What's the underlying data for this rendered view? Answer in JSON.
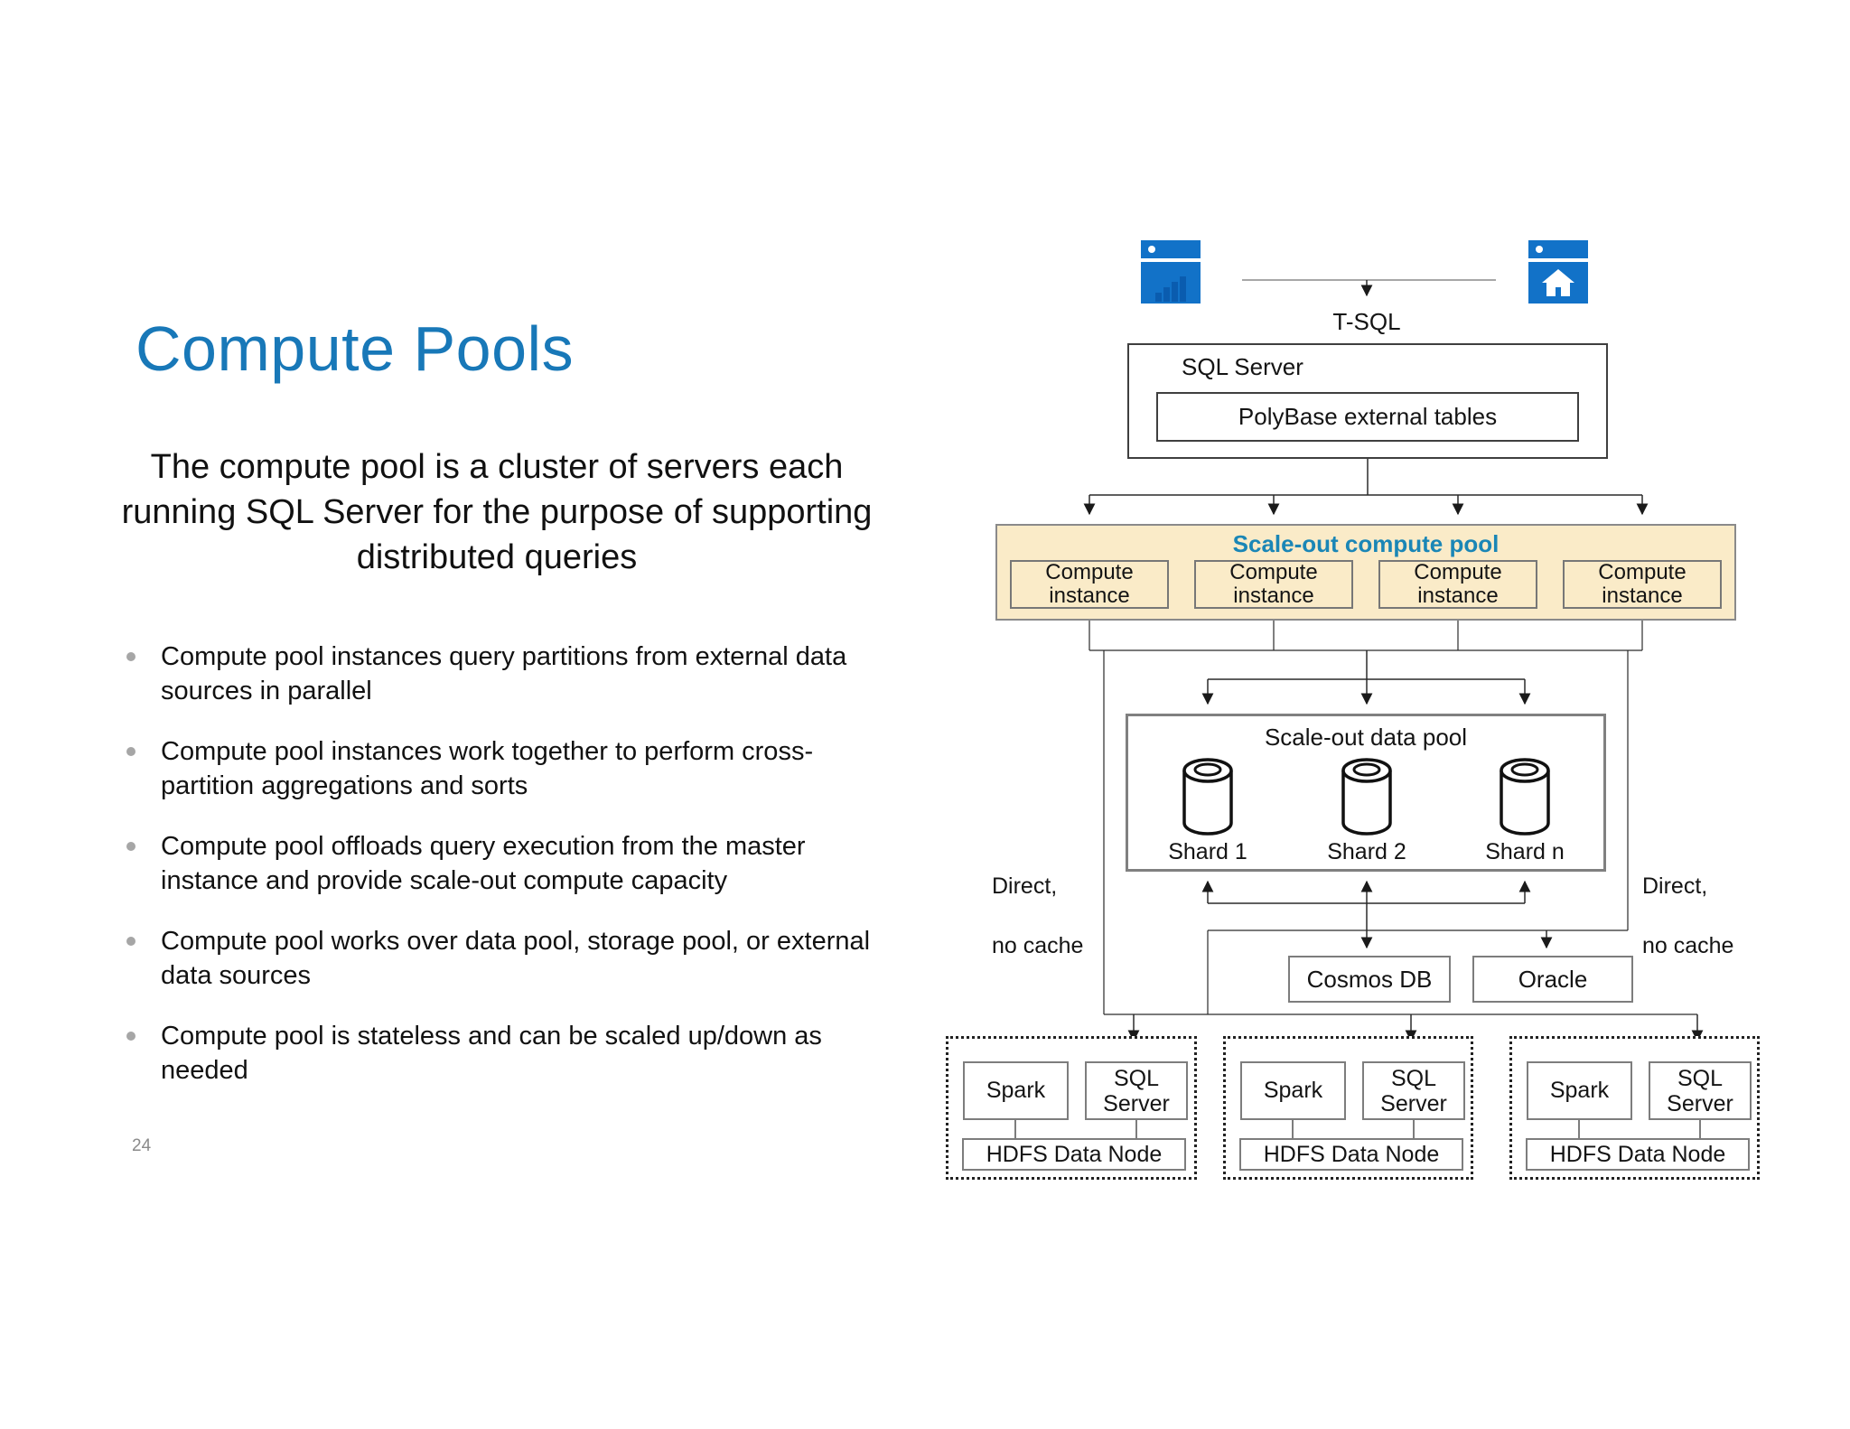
{
  "slide": {
    "title": "Compute Pools",
    "subtitle": "The compute pool is a cluster of servers each running SQL Server for the purpose of supporting  distributed queries",
    "bullets": [
      "Compute pool instances query partitions from external data sources in parallel",
      "Compute pool instances work together to perform cross-partition aggregations and sorts",
      "Compute pool offloads query execution from the master instance and provide scale-out compute capacity",
      "Compute pool works over data pool, storage pool, or external data sources",
      "Compute pool is stateless and can be scaled up/down as needed"
    ],
    "page_number": "24"
  },
  "diagram": {
    "t_sql_label": "T-SQL",
    "sql_server": {
      "label": "SQL Server",
      "polybase_label": "PolyBase external tables"
    },
    "compute_pool": {
      "title": "Scale-out compute pool",
      "instances": [
        "Compute instance",
        "Compute instance",
        "Compute instance",
        "Compute instance"
      ]
    },
    "data_pool": {
      "title": "Scale-out data pool",
      "shards": [
        "Shard 1",
        "Shard 2",
        "Shard n"
      ]
    },
    "direct_left": {
      "line1": "Direct,",
      "line2": "no cache"
    },
    "direct_right": {
      "line1": "Direct,",
      "line2": "no cache"
    },
    "external_sources": {
      "cosmos": "Cosmos DB",
      "oracle": "Oracle"
    },
    "hdfs_nodes": [
      {
        "spark": "Spark",
        "sql_server": "SQL Server",
        "hdfs": "HDFS Data Node"
      },
      {
        "spark": "Spark",
        "sql_server": "SQL Server",
        "hdfs": "HDFS Data Node"
      },
      {
        "spark": "Spark",
        "sql_server": "SQL Server",
        "hdfs": "HDFS Data Node"
      }
    ],
    "icons": {
      "left": "app-window-chart",
      "right": "app-window-home"
    },
    "colors": {
      "title_blue": "#1878b8",
      "pool_title_blue": "#1a86b6",
      "pool_fill": "#faebc8",
      "icon_blue": "#1272c8",
      "icon_glyph_blue": "#0a5caf"
    }
  }
}
